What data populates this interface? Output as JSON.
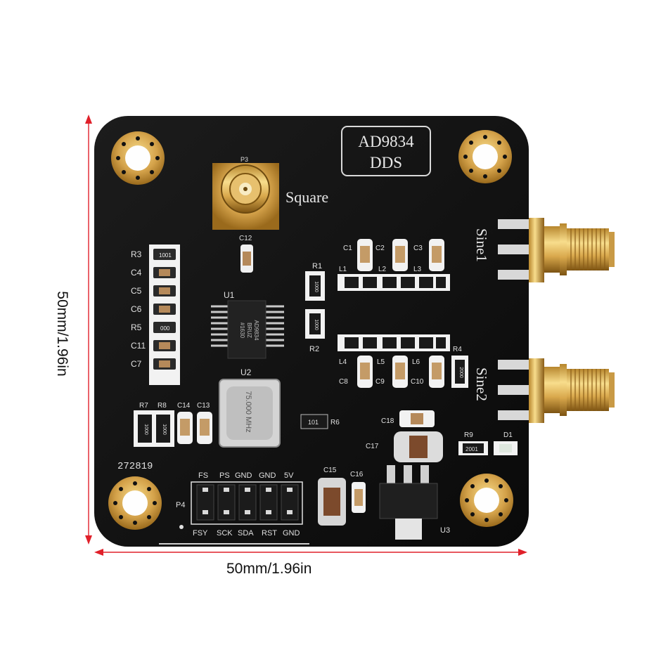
{
  "dimensions": {
    "width_label": "50mm/1.96in",
    "height_label": "50mm/1.96in"
  },
  "board": {
    "logo_line1": "AD9834",
    "logo_line2": "DDS",
    "serial": "272819",
    "connectors": {
      "square": "Square",
      "sine1": "Sine1",
      "sine2": "Sine2",
      "p3": "P3"
    },
    "refs": {
      "r3": "R3",
      "c4": "C4",
      "c5": "C5",
      "c6": "C6",
      "r5": "R5",
      "c11": "C11",
      "c7": "C7",
      "u1": "U1",
      "u2": "U2",
      "u3": "U3",
      "c12": "C12",
      "r1": "R1",
      "r2": "R2",
      "r4": "R4",
      "r6": "R6",
      "r7": "R7",
      "r8": "R8",
      "r9": "R9",
      "c1": "C1",
      "c2": "C2",
      "c3": "C3",
      "c8": "C8",
      "c9": "C9",
      "c10": "C10",
      "c13": "C13",
      "c14": "C14",
      "c15": "C15",
      "c16": "C16",
      "c17": "C17",
      "c18": "C18",
      "l1": "L1",
      "l2": "L2",
      "l3": "L3",
      "l4": "L4",
      "l5": "L5",
      "l6": "L6",
      "d1": "D1",
      "p4": "P4"
    },
    "header_top": [
      "FS",
      "PS",
      "GND",
      "GND",
      "5V"
    ],
    "header_bottom": [
      "FSY",
      "SCK",
      "SDA",
      "RST",
      "GND"
    ],
    "chip_marking": [
      "AD9834",
      "BRUZ",
      "#1630"
    ],
    "crystal_marking": "75.000 MHz",
    "resistor_codes": {
      "r3": "1001",
      "r5": "000",
      "r1": "1000",
      "r2": "1000",
      "r4": "2000",
      "r6": "101",
      "r7": "1000",
      "r8": "1000",
      "r9": "2001"
    }
  }
}
